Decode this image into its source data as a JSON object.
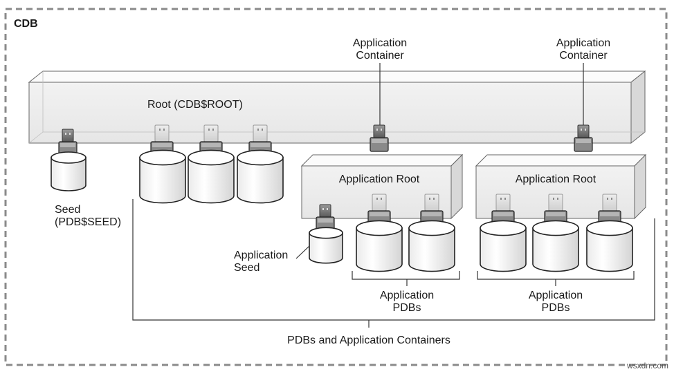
{
  "cdb_label": "CDB",
  "root_label": "Root (CDB$ROOT)",
  "seed_label_line1": "Seed",
  "seed_label_line2": "(PDB$SEED)",
  "app_container_1_line1": "Application",
  "app_container_1_line2": "Container",
  "app_container_2_line1": "Application",
  "app_container_2_line2": "Container",
  "app_root_1_label": "Application Root",
  "app_root_2_label": "Application Root",
  "app_seed_line1": "Application",
  "app_seed_line2": "Seed",
  "app_pdbs_1_line1": "Application",
  "app_pdbs_1_line2": "PDBs",
  "app_pdbs_2_line1": "Application",
  "app_pdbs_2_line2": "PDBs",
  "pdbs_and_app_containers_label": "PDBs and Application Containers",
  "watermark": "wsxdn.com"
}
